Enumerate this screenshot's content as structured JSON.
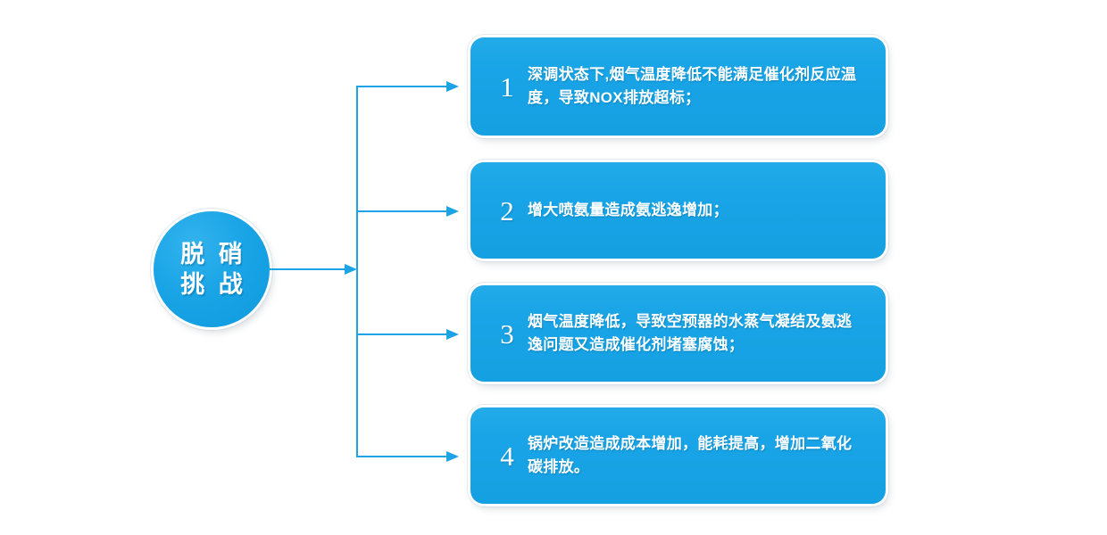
{
  "diagram": {
    "hub": {
      "name": "脱硝挑战",
      "line1": "脱 硝",
      "line2": "挑 战"
    },
    "colors": {
      "accent": "#19a4e6",
      "box_fill": "#18a4e6",
      "connector": "#1ca4e4",
      "text": "#ffffff",
      "background": "#ffffff"
    },
    "items": [
      {
        "number": "1",
        "text": "深调状态下,烟气温度降低不能满足催化剂反应温度，导致NOX排放超标；"
      },
      {
        "number": "2",
        "text": "增大喷氨量造成氨逃逸增加；"
      },
      {
        "number": "3",
        "text": "烟气温度降低，导致空预器的水蒸气凝结及氨逃逸问题又造成催化剂堵塞腐蚀；"
      },
      {
        "number": "4",
        "text": "锅炉改造造成成本增加，能耗提高，增加二氧化碳排放。"
      }
    ]
  }
}
